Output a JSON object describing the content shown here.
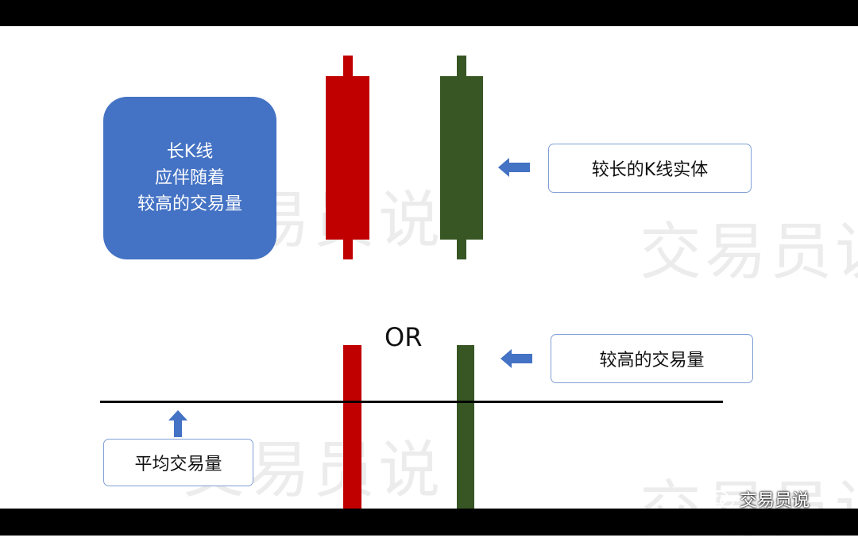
{
  "info_box": {
    "line1": "长K线",
    "line2": "应伴随着",
    "line3": "较高的交易量"
  },
  "labels": {
    "body_label": "较长的K线实体",
    "volume_label": "较高的交易量",
    "average_label": "平均交易量",
    "or_text": "OR"
  },
  "watermark_text": "交易员说",
  "brand_text": "交易员说",
  "colors": {
    "bullish_red": "#c00000",
    "bearish_green": "#375623",
    "info_box_blue": "#4472c4",
    "arrow_blue": "#4472c4"
  },
  "icons": [
    "arrow-left-icon",
    "arrow-up-icon",
    "wechat-icon"
  ]
}
